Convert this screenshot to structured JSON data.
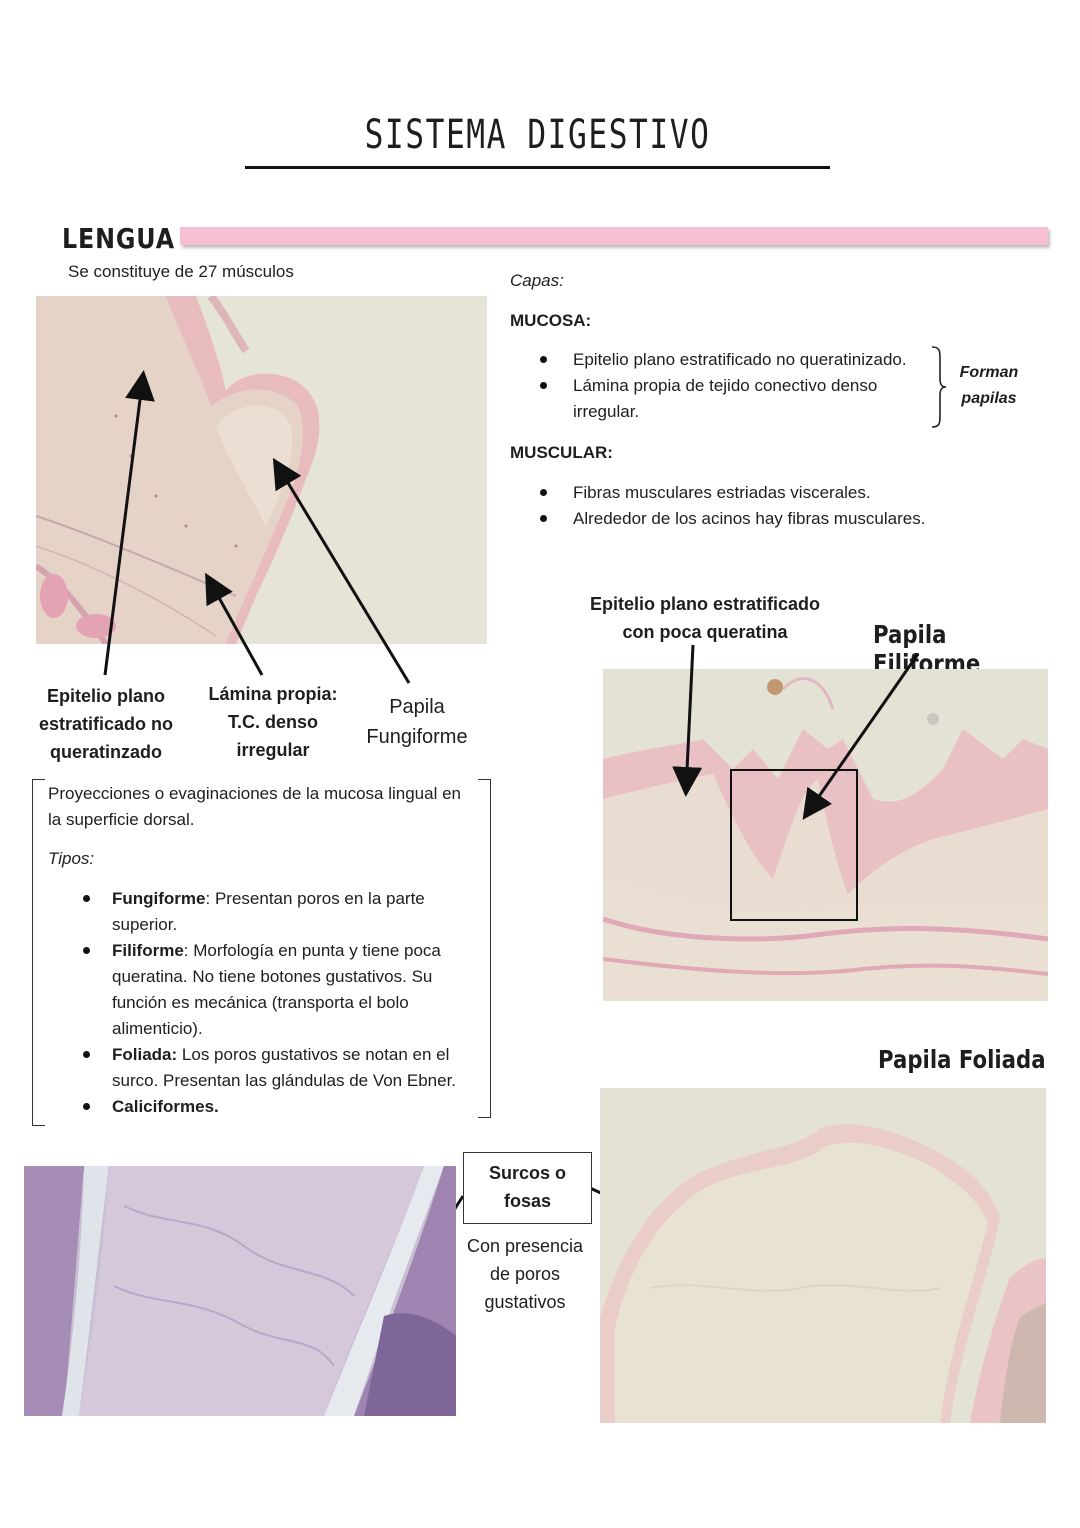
{
  "page": {
    "title": "SISTEMA DIGESTIVO",
    "section": "LENGUA",
    "intro": "Se constituye de 27 músculos"
  },
  "layers": {
    "heading": "Capas:",
    "mucosa_title": "MUCOSA:",
    "mucosa_items": [
      "Epitelio plano estratificado no queratinizado.",
      "Lámina propia de tejido conectivo denso irregular."
    ],
    "bracket_note": "Forman papilas",
    "muscular_title": "MUSCULAR:",
    "muscular_items": [
      "Fibras musculares estriadas viscerales.",
      "Alrededor de los acinos hay fibras musculares."
    ]
  },
  "image1_labels": {
    "epithelium": "Epitelio plano estratificado no queratinzado",
    "lamina": "Lámina propia: T.C. denso irregular",
    "papilla": "Papila Fungiforme"
  },
  "papillae_box": {
    "intro": "Proyecciones o evaginaciones de la mucosa lingual en la superficie dorsal.",
    "types_label": "Tipos:",
    "types": [
      {
        "name": "Fungiforme",
        "sep": ": ",
        "desc": "Presentan poros en la parte superior."
      },
      {
        "name": "Filiforme",
        "sep": ": ",
        "desc": "Morfología en punta y tiene poca queratina. No tiene botones gustativos. Su función es mecánica (transporta el bolo alimenticio)."
      },
      {
        "name": "Foliada:",
        "sep": " ",
        "desc": "Los poros gustativos se notan en el surco. Presentan las glándulas de Von Ebner."
      },
      {
        "name": "Caliciformes.",
        "sep": "",
        "desc": ""
      }
    ]
  },
  "filiform": {
    "epithelium_label": "Epitelio plano estratificado con poca queratina",
    "title": "Papila Filiforme"
  },
  "foliate": {
    "title": "Papila Foliada",
    "groove_label": "Surcos o fosas",
    "pores_label": "Con presencia de poros gustativos"
  },
  "colors": {
    "accent_bar": "#f7bfd4",
    "stain_pink": "#e8a7b3",
    "slide_bg": "#e4e2d4",
    "he_purple": "#a58db5"
  }
}
